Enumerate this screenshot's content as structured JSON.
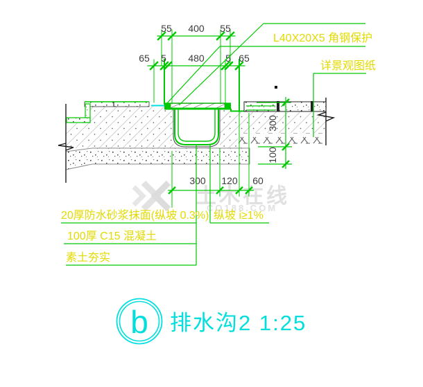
{
  "colors": {
    "dimension_line_green": "#00c800",
    "annotation_yellow": "#e3da00",
    "title_cyan": "#00dede",
    "dimension_text_gray": "#3c3c3c",
    "watermark_gray": "#e0e0e0"
  },
  "dimensions": {
    "row1": [
      "55",
      "400",
      "55"
    ],
    "row2": [
      "65",
      "5",
      "480",
      "5",
      "65"
    ],
    "bottom": [
      "300",
      "120",
      "60"
    ],
    "right": [
      "300",
      "100"
    ]
  },
  "annotations": {
    "angle_steel": "L40X20X5 角钢保护",
    "see_landscape": "详景观图纸",
    "mortar": "20厚防水砂浆抹面(纵坡 0.3%)",
    "slope": "纵坡 i≥1%",
    "concrete": "100厚 C15 混凝土",
    "soil": "素土夯实"
  },
  "watermark": {
    "brand": "土木在线",
    "site": "CO188.COM"
  },
  "title": {
    "bubble": "b",
    "text": "排水沟2  1:25"
  }
}
